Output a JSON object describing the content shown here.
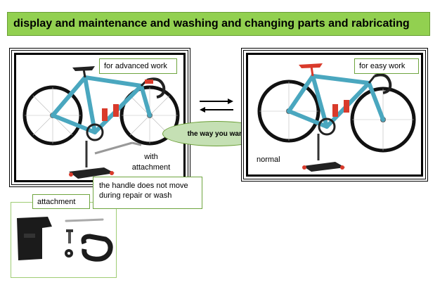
{
  "banner": {
    "title": "display and maintenance and washing and changing parts and rabricating"
  },
  "left_panel": {
    "label": "for advanced work",
    "caption_line1": "with",
    "caption_line2": "attachment"
  },
  "right_panel": {
    "label": "for easy work",
    "caption": "normal"
  },
  "center": {
    "oval_text": "the way you want"
  },
  "attachment": {
    "label": "attachment",
    "note_line1": "the handle does not move",
    "note_line2": "during repair or wash"
  },
  "colors": {
    "banner_green": "#92d050",
    "oval_green": "#c5e0b4",
    "bike_blue": "#4aa7bf",
    "accent_red": "#d93a2b"
  }
}
